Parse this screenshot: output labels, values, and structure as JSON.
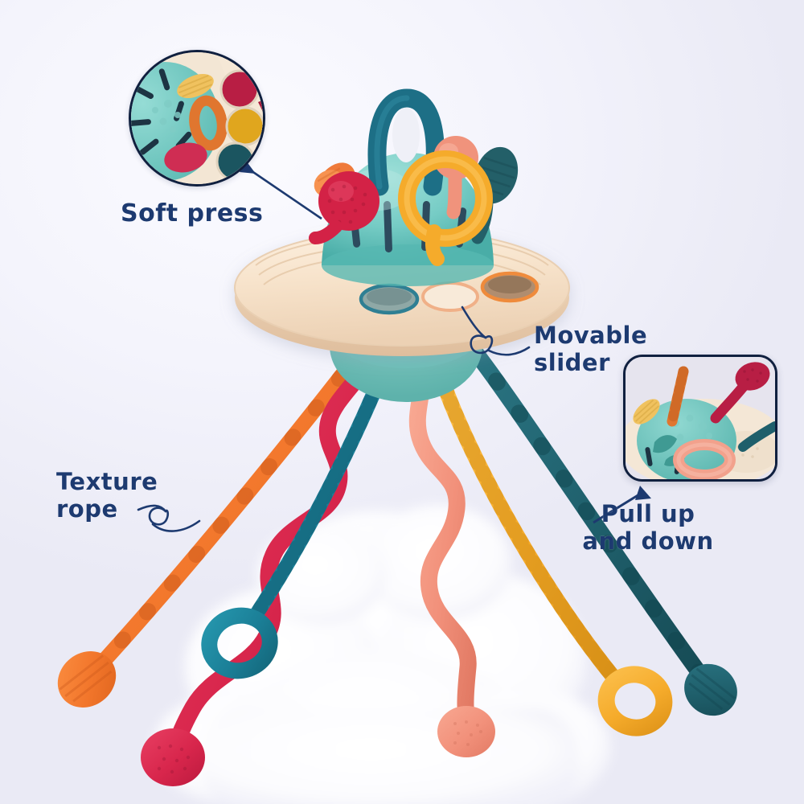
{
  "page": {
    "title": "Baby Sensory Pull String Toy Feature Infographic",
    "background_color": "#f4f4fc",
    "accent_text_color": "#1d3a70"
  },
  "callouts": [
    {
      "id": "soft-press",
      "label": "Soft press",
      "text_color": "#1d3a70",
      "connector": "straight-line",
      "inset_shape": "circle"
    },
    {
      "id": "movable-slider",
      "label": "Movable\nslider",
      "text_color": "#1d3a70",
      "connector": "curly-loop",
      "inset_shape": "none"
    },
    {
      "id": "texture-rope",
      "label": "Texture\nrope",
      "text_color": "#1d3a70",
      "connector": "curly-loop",
      "inset_shape": "none"
    },
    {
      "id": "pull-up-and-down",
      "label": "Pull up\nand down",
      "text_color": "#1d3a70",
      "connector": "arrow",
      "inset_shape": "rounded-rect"
    }
  ],
  "product": {
    "name": "silicone sensory pull-string activity toy",
    "base_disc_color": "#f6e2ca",
    "base_disc_shadow": "#e8cdb0",
    "dome_color": "#79cfc9",
    "dome_color_dark": "#4fb2ad",
    "underbody_color": "#7fc9c2",
    "slot_color": "#2d4b5e",
    "base_holes": [
      {
        "name": "teal-ring-hole",
        "ring_color": "#2f7f93",
        "fill_color": "#8fa8a6"
      },
      {
        "name": "peach-ring-hole",
        "ring_color": "#f0b088",
        "fill_color": "#f6e2ca"
      },
      {
        "name": "orange-ring-hole",
        "ring_color": "#ef8b3c",
        "fill_color": "#b08d6f"
      }
    ],
    "dome_toppers": [
      {
        "name": "teal-loop-handle",
        "color": "#1d6f86"
      },
      {
        "name": "yellow-ring-handle",
        "color": "#f5ab2b"
      },
      {
        "name": "red-press-button",
        "color": "#d32246"
      },
      {
        "name": "orange-cone",
        "color": "#ef7a3a"
      },
      {
        "name": "peach-knob",
        "color": "#f0937c"
      },
      {
        "name": "dark-teal-fin",
        "color": "#235f68"
      }
    ],
    "ropes": [
      {
        "name": "orange-rope",
        "color": "#f2762b",
        "shape": "straight-beaded",
        "end": "textured-disc"
      },
      {
        "name": "crimson-rope",
        "color": "#d8264c",
        "shape": "wavy",
        "end": "textured-disc"
      },
      {
        "name": "teal-rope-left",
        "color": "#1b7f97",
        "shape": "beaded",
        "end": "ring"
      },
      {
        "name": "peach-rope",
        "color": "#f2917b",
        "shape": "wavy",
        "end": "textured-disc"
      },
      {
        "name": "yellow-rope",
        "color": "#f5ab2b",
        "shape": "beaded",
        "end": "ring"
      },
      {
        "name": "darkteal-rope",
        "color": "#1f5f6b",
        "shape": "segmented",
        "end": "ribbed-disc"
      }
    ],
    "cloud_color": "#ffffff"
  }
}
